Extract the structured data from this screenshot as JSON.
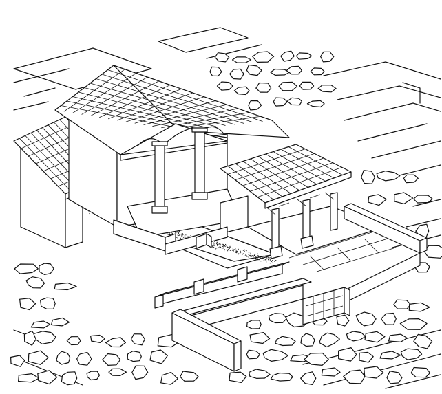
{
  "colors": {
    "ink": "#111111",
    "paper": "#ffffff"
  },
  "drawing": {
    "subject": "isometric-line-drawing-courtyard-house",
    "parts": [
      "main-gabled-roof",
      "side-roof",
      "portico-roof",
      "colonnade",
      "courtyard",
      "enclosure-walls",
      "gate",
      "stone-paving"
    ]
  }
}
